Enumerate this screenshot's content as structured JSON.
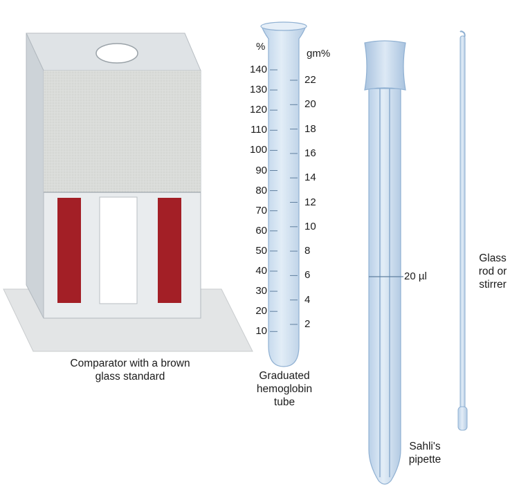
{
  "labels": {
    "comparator": "Comparator with a brown glass standard",
    "tube": "Graduated hemoglobin tube",
    "pipette_mark": "20 µl",
    "pipette": "Sahli's pipette",
    "rod": "Glass rod or stirrer"
  },
  "tube_scale": {
    "percent_unit": "%",
    "gm_unit": "gm%",
    "percent": [
      "140",
      "130",
      "120",
      "110",
      "100",
      "90",
      "80",
      "70",
      "60",
      "50",
      "40",
      "30",
      "20",
      "10"
    ],
    "gm": [
      "22",
      "20",
      "18",
      "16",
      "14",
      "12",
      "10",
      "8",
      "6",
      "4",
      "2"
    ]
  },
  "colors": {
    "glass": "#cfe0f0",
    "glass_edge": "#9bb8d6",
    "brown_standard": "#a31f26",
    "comparator_body": "#e6eaec",
    "frosted_panel": "#d9dcd8"
  }
}
